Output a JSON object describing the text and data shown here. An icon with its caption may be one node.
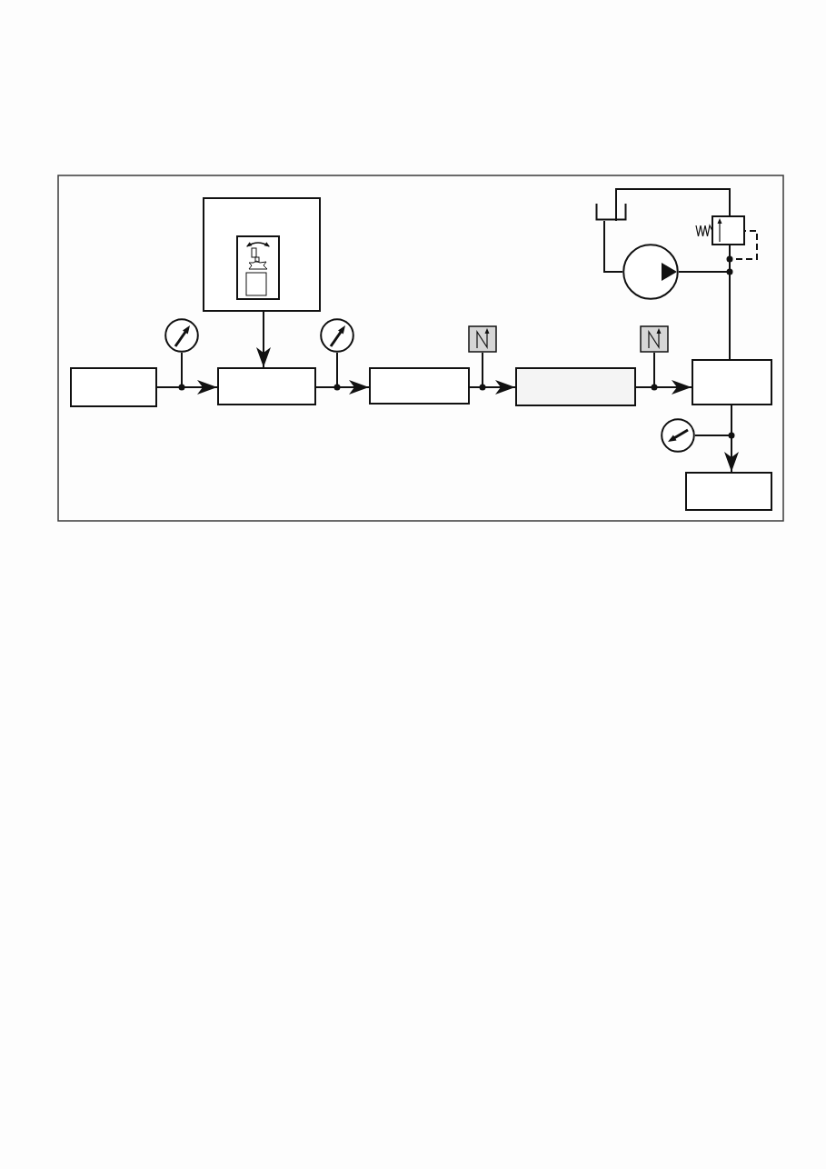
{
  "diagram": {
    "nodes": [
      {
        "text": [],
        "shape": "box"
      },
      {
        "text": [],
        "shape": "gauge"
      },
      {
        "text": [],
        "shape": "box"
      },
      {
        "text": [],
        "shape": "picture",
        "in": 2
      },
      {
        "text": [],
        "shape": "box"
      },
      {
        "text": [],
        "shape": "gauge"
      },
      {
        "text": [],
        "shape": "box"
      },
      {
        "text": [],
        "shape": "sensor"
      },
      {
        "text": [],
        "shape": "box"
      },
      {
        "text": [],
        "shape": "sensor"
      },
      {
        "text": [],
        "shape": "box"
      },
      {
        "text": [],
        "shape": "tank"
      },
      {
        "text": [],
        "shape": "pump"
      },
      {
        "text": [],
        "shape": "valve"
      },
      {
        "text": [],
        "shape": "gauge"
      },
      {
        "text": [],
        "shape": "box"
      }
    ],
    "edges": [
      {
        "from": 0,
        "to": 4,
        "arrow": "to"
      },
      {
        "from": 0,
        "to": 1,
        "arrow": "none"
      },
      {
        "from": 2,
        "to": 4,
        "arrow": "to"
      },
      {
        "from": 4,
        "to": 6,
        "arrow": "to"
      },
      {
        "from": 4,
        "to": 5,
        "arrow": "none"
      },
      {
        "from": 6,
        "to": 8,
        "arrow": "to"
      },
      {
        "from": 6,
        "to": 7,
        "arrow": "none"
      },
      {
        "from": 8,
        "to": 10,
        "arrow": "to"
      },
      {
        "from": 8,
        "to": 9,
        "arrow": "none"
      },
      {
        "from": 10,
        "to": 15,
        "arrow": "to"
      },
      {
        "from": 10,
        "to": 14,
        "arrow": "none"
      },
      {
        "from": 11,
        "to": 12,
        "arrow": "none"
      },
      {
        "from": 12,
        "to": 10,
        "arrow": "none"
      },
      {
        "from": 12,
        "to": 13,
        "arrow": "none"
      },
      {
        "from": 13,
        "to": 11,
        "arrow": "none"
      },
      {
        "from": 12,
        "to": 13,
        "arrow": "none",
        "style": "dashed"
      }
    ]
  }
}
